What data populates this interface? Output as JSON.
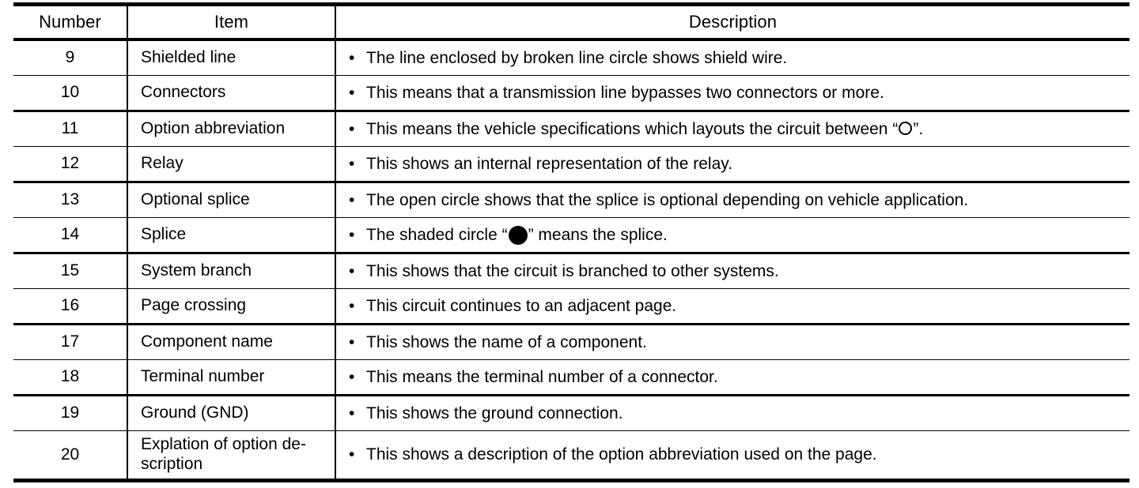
{
  "document": {
    "kind": "wiring-diagram-legend-table"
  },
  "table": {
    "columns": [
      {
        "key": "number",
        "label": "Number"
      },
      {
        "key": "item",
        "label": "Item"
      },
      {
        "key": "description",
        "label": "Description"
      }
    ],
    "bullet": "•",
    "rows": [
      {
        "number": "9",
        "item": "Shielded line",
        "description": "The line enclosed by broken line circle shows shield wire."
      },
      {
        "number": "10",
        "item": "Connectors",
        "description": "This means that a transmission line bypasses two connectors or more."
      },
      {
        "number": "11",
        "item": "Option abbreviation",
        "desc_before": "This means the vehicle specifications which layouts the circuit between “",
        "desc_glyph": "open-circle-icon",
        "desc_after": "”.",
        "description": "This means the vehicle specifications which layouts the circuit between “O”."
      },
      {
        "number": "12",
        "item": "Relay",
        "description": "This shows an internal representation of the relay."
      },
      {
        "number": "13",
        "item": "Optional splice",
        "description": "The open circle shows that the splice is optional depending on vehicle application."
      },
      {
        "number": "14",
        "item": "Splice",
        "desc_before": "The shaded circle “",
        "desc_glyph": "filled-circle-icon",
        "desc_after": "” means the splice.",
        "description": "The shaded circle “●” means the splice."
      },
      {
        "number": "15",
        "item": "System branch",
        "description": "This shows that the circuit is branched to other systems."
      },
      {
        "number": "16",
        "item": "Page crossing",
        "description": "This circuit continues to an adjacent page."
      },
      {
        "number": "17",
        "item": "Component name",
        "description": "This shows the name of a component."
      },
      {
        "number": "18",
        "item": "Terminal number",
        "description": "This means the terminal number of a connector."
      },
      {
        "number": "19",
        "item": "Ground (GND)",
        "description": "This shows the ground connection."
      },
      {
        "number": "20",
        "item": "Explation of option de-\nscription",
        "item_line1": "Explation of option de-",
        "item_line2": "scription",
        "description": "This shows a description of the option abbreviation used on the page."
      }
    ]
  },
  "colors": {
    "rule": "#000000",
    "text": "#000000",
    "background": "#ffffff"
  }
}
